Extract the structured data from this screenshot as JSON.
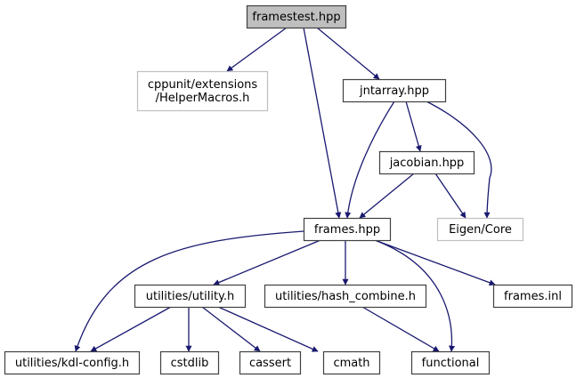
{
  "diagram": {
    "title": "framestest.hpp include dependency graph",
    "colors": {
      "edge": "#191970",
      "node_border": "#404040",
      "node_border_external": "#bfbfbf",
      "root_fill": "#bfbfbf",
      "node_fill": "#ffffff"
    },
    "nodes": [
      {
        "id": "framestest",
        "lines": [
          "framestest.hpp"
        ],
        "kind": "root"
      },
      {
        "id": "helpermacros",
        "lines": [
          "cppunit/extensions",
          "/HelperMacros.h"
        ],
        "kind": "external"
      },
      {
        "id": "jntarray",
        "lines": [
          "jntarray.hpp"
        ],
        "kind": "normal"
      },
      {
        "id": "jacobian",
        "lines": [
          "jacobian.hpp"
        ],
        "kind": "normal"
      },
      {
        "id": "frames",
        "lines": [
          "frames.hpp"
        ],
        "kind": "normal"
      },
      {
        "id": "eigencore",
        "lines": [
          "Eigen/Core"
        ],
        "kind": "external"
      },
      {
        "id": "utility",
        "lines": [
          "utilities/utility.h"
        ],
        "kind": "normal"
      },
      {
        "id": "hashcombine",
        "lines": [
          "utilities/hash_combine.h"
        ],
        "kind": "normal"
      },
      {
        "id": "framesinl",
        "lines": [
          "frames.inl"
        ],
        "kind": "normal"
      },
      {
        "id": "kdlconfig",
        "lines": [
          "utilities/kdl-config.h"
        ],
        "kind": "normal"
      },
      {
        "id": "cstdlib",
        "lines": [
          "cstdlib"
        ],
        "kind": "normal"
      },
      {
        "id": "cassert",
        "lines": [
          "cassert"
        ],
        "kind": "normal"
      },
      {
        "id": "cmath",
        "lines": [
          "cmath"
        ],
        "kind": "normal"
      },
      {
        "id": "functional",
        "lines": [
          "functional"
        ],
        "kind": "normal"
      }
    ],
    "edges": [
      {
        "from": "framestest",
        "to": "helpermacros"
      },
      {
        "from": "framestest",
        "to": "frames"
      },
      {
        "from": "framestest",
        "to": "jntarray"
      },
      {
        "from": "jntarray",
        "to": "frames"
      },
      {
        "from": "jntarray",
        "to": "jacobian"
      },
      {
        "from": "jntarray",
        "to": "eigencore"
      },
      {
        "from": "jacobian",
        "to": "frames"
      },
      {
        "from": "jacobian",
        "to": "eigencore"
      },
      {
        "from": "frames",
        "to": "kdlconfig"
      },
      {
        "from": "frames",
        "to": "utility"
      },
      {
        "from": "frames",
        "to": "hashcombine"
      },
      {
        "from": "frames",
        "to": "functional"
      },
      {
        "from": "frames",
        "to": "framesinl"
      },
      {
        "from": "utility",
        "to": "kdlconfig"
      },
      {
        "from": "utility",
        "to": "cstdlib"
      },
      {
        "from": "utility",
        "to": "cassert"
      },
      {
        "from": "utility",
        "to": "cmath"
      },
      {
        "from": "hashcombine",
        "to": "functional"
      }
    ]
  }
}
